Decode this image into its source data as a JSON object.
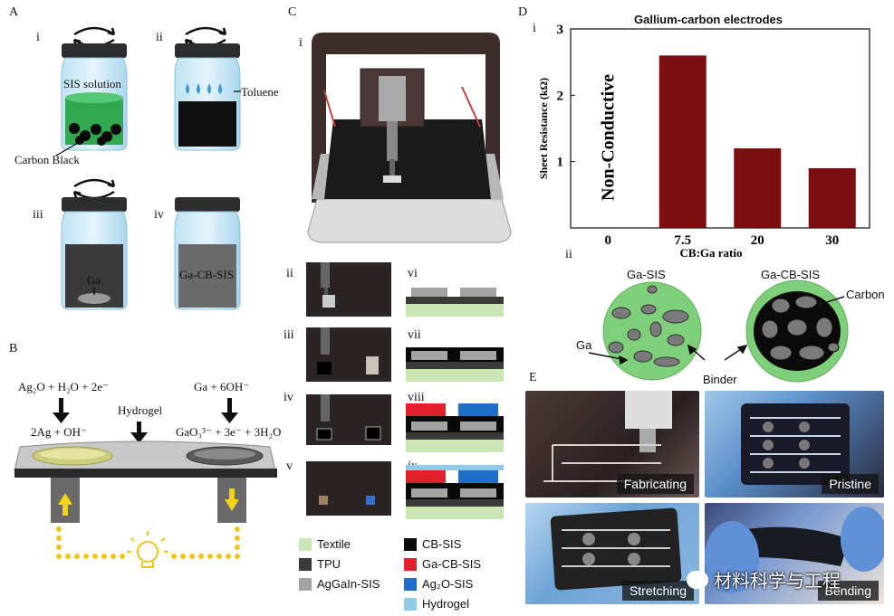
{
  "panels": {
    "A": {
      "label": "A",
      "sub": [
        "i",
        "ii",
        "iii",
        "iv"
      ],
      "texts": {
        "sis_solution": "SIS solution",
        "toluene": "Toluene",
        "carbon_black": "Carbon Black",
        "ga": "Ga",
        "ga_cb_sis": "Ga-CB-SIS"
      }
    },
    "B": {
      "label": "B",
      "left_reaction_top": "Ag₂O + H₂O + 2e⁻",
      "left_reaction_bottom": "2Ag + OH⁻",
      "hydrogel": "Hydrogel",
      "right_reaction_top": "Ga + 6OH⁻",
      "right_reaction_bottom": "GaO₃³⁻ + 3e⁻ + 3H₂O"
    },
    "C": {
      "label": "C",
      "sub": [
        "i",
        "ii",
        "iii",
        "iv",
        "v",
        "vi",
        "vii",
        "viii",
        "ix"
      ],
      "legend": [
        {
          "name": "Textile",
          "color": "#c9e6b4"
        },
        {
          "name": "TPU",
          "color": "#3a3a3a"
        },
        {
          "name": "AgGaIn-SIS",
          "color": "#a3a3a3"
        },
        {
          "name": "CB-SIS",
          "color": "#0a0a0a"
        },
        {
          "name": "Ga-CB-SIS",
          "color": "#e0202a"
        },
        {
          "name": "Ag₂O-SIS",
          "color": "#1f6fc4"
        },
        {
          "name": "Hydrogel",
          "color": "#8fcbe8"
        }
      ]
    },
    "D": {
      "label": "D",
      "sub_i": "i",
      "sub_ii": "ii",
      "ga_sis": "Ga-SIS",
      "ga_cb_sis": "Ga-CB-SIS",
      "carbon": "Carbon",
      "ga": "Ga",
      "binder": "Binder"
    },
    "E": {
      "label": "E",
      "captions": [
        "Fabricating",
        "Pristine",
        "Stretching",
        "Bending"
      ],
      "watermark": "材料科学与工程"
    }
  },
  "chart_data": {
    "type": "bar",
    "title": "Gallium-carbon electrodes",
    "xlabel": "CB:Ga ratio",
    "ylabel": "Sheet Resistance (kΩ)",
    "categories": [
      "0",
      "7.5",
      "20",
      "30"
    ],
    "values": [
      null,
      2.6,
      1.2,
      0.9
    ],
    "annotation": "Non-Conductive",
    "ylim": [
      0,
      3
    ],
    "yticks": [
      "1",
      "2",
      "3"
    ],
    "bar_color": "#7a0e10"
  }
}
